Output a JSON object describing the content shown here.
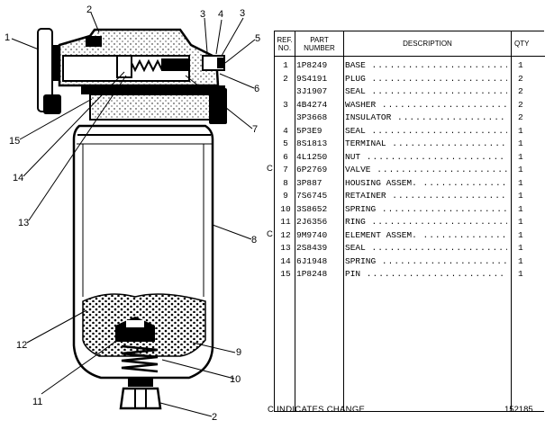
{
  "callouts": [
    "1",
    "2",
    "3",
    "4",
    "3",
    "5",
    "6",
    "7",
    "8",
    "9",
    "10",
    "2",
    "11",
    "12",
    "13",
    "14",
    "15"
  ],
  "table": {
    "headers": {
      "ref": "REF. NO.",
      "part": "PART NUMBER",
      "desc": "DESCRIPTION",
      "qty": "QTY"
    },
    "rows": [
      {
        "mark": "",
        "ref": "1",
        "part": "1P8249",
        "desc": "BASE",
        "qty": "1"
      },
      {
        "mark": "",
        "ref": "2",
        "part": "9S4191",
        "desc": "PLUG",
        "qty": "2"
      },
      {
        "mark": "",
        "ref": "",
        "part": "3J1907",
        "desc": "SEAL",
        "qty": "2"
      },
      {
        "mark": "",
        "ref": "3",
        "part": "4B4274",
        "desc": "WASHER",
        "qty": "2"
      },
      {
        "mark": "",
        "ref": "",
        "part": "3P3668",
        "desc": "INSULATOR",
        "qty": "2"
      },
      {
        "mark": "",
        "ref": "4",
        "part": "5P3E9",
        "desc": "SEAL",
        "qty": "1"
      },
      {
        "mark": "",
        "ref": "5",
        "part": "8S1813",
        "desc": "TERMINAL",
        "qty": "1"
      },
      {
        "mark": "",
        "ref": "6",
        "part": "4L1250",
        "desc": "NUT",
        "qty": "1"
      },
      {
        "mark": "C",
        "ref": "7",
        "part": "6P2769",
        "desc": "VALVE",
        "qty": "1"
      },
      {
        "mark": "",
        "ref": "8",
        "part": "3P887",
        "desc": "HOUSING ASSEM.",
        "qty": "1"
      },
      {
        "mark": "",
        "ref": "9",
        "part": "7S6745",
        "desc": "RETAINER",
        "qty": "1"
      },
      {
        "mark": "",
        "ref": "10",
        "part": "3S8652",
        "desc": "SPRING",
        "qty": "1"
      },
      {
        "mark": "",
        "ref": "11",
        "part": "2J6356",
        "desc": "RING",
        "qty": "1"
      },
      {
        "mark": "C",
        "ref": "12",
        "part": "9M9740",
        "desc": "ELEMENT ASSEM.",
        "qty": "1"
      },
      {
        "mark": "",
        "ref": "13",
        "part": "2S8439",
        "desc": "SEAL",
        "qty": "1"
      },
      {
        "mark": "",
        "ref": "14",
        "part": "6J1948",
        "desc": "SPRING",
        "qty": "1"
      },
      {
        "mark": "",
        "ref": "15",
        "part": "1P8248",
        "desc": "PIN",
        "qty": "1"
      }
    ]
  },
  "footnote": "C INDICATES CHANGE",
  "figure_number": "152185"
}
